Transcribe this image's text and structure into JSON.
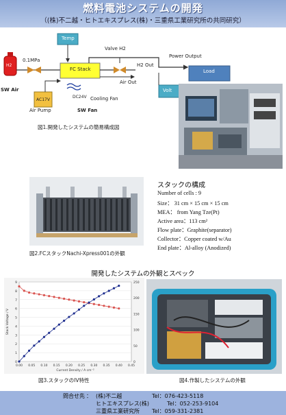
{
  "header": {
    "title": "燃料電池システムの開発",
    "subtitle": "（(株)不二越・ヒトエキスプレス(株)・三重県工業研究所の共同研究）"
  },
  "figure1": {
    "labels": {
      "h2": "H2",
      "pressure": "0.1MPa",
      "temp": "Temp",
      "valve_h2": "Valve H2",
      "power_output": "Power Output",
      "fc_stack": "FC Stack",
      "h2_out": "H2 Out",
      "load": "Load",
      "sw_air": "SW Air",
      "ac17v": "AC17V",
      "dc24v": "DC24V",
      "air_out": "Air Out",
      "cooling_fan": "Cooling Fan",
      "volt": "Volt",
      "air_pump": "Air Pump",
      "sw_fan": "SW Fan"
    },
    "caption": "図1.開発したシステムの簡易構成図"
  },
  "figure2": {
    "caption": "図2.FCスタックNachi-Xpress001の外観"
  },
  "stack": {
    "heading": "スタックの構成",
    "specs": [
      "Number of cells : 9",
      "Size：  31 cm × 15 cm × 15 cm",
      "MEA：  from Yang Tze(Pt)",
      "Active area：113 cm²",
      "Flow plate：Graphite(separator)",
      "Collector：Copper coated w/Au",
      "End plate：Al-alloy (Anodized)"
    ]
  },
  "section2": {
    "heading": "開発したシステムの外観とスペック"
  },
  "figure3": {
    "caption": "図3.スタックのIV特性",
    "chart_data": {
      "type": "scatter",
      "xlabel": "Current Density / A cm⁻²",
      "ylabel": "Stack Voltage / V",
      "xlim": [
        0,
        0.45
      ],
      "ylim": [
        0,
        9
      ],
      "y2lim": [
        0,
        250
      ],
      "x_ticks": [
        "0.00",
        "0.05",
        "0.10",
        "0.15",
        "0.20",
        "0.25",
        "0.30",
        "0.35",
        "0.40",
        "0.45"
      ],
      "y_ticks": [
        "0",
        "1",
        "2",
        "3",
        "4",
        "5",
        "6",
        "7",
        "8",
        "9"
      ],
      "y2_ticks": [
        "0",
        "50",
        "100",
        "150",
        "200",
        "250"
      ],
      "series": [
        {
          "axis": "left",
          "color": "#d9534f",
          "x": [
            0.0,
            0.02,
            0.04,
            0.06,
            0.08,
            0.1,
            0.12,
            0.14,
            0.16,
            0.18,
            0.2,
            0.22,
            0.24,
            0.26,
            0.28,
            0.3,
            0.32,
            0.34,
            0.36,
            0.38,
            0.4
          ],
          "y": [
            8.5,
            8.0,
            7.8,
            7.7,
            7.6,
            7.5,
            7.4,
            7.3,
            7.2,
            7.1,
            7.0,
            6.9,
            6.8,
            6.7,
            6.6,
            6.5,
            6.4,
            6.3,
            6.2,
            6.1,
            6.0
          ]
        },
        {
          "axis": "right",
          "color": "#1f2f8f",
          "x": [
            0.0,
            0.02,
            0.04,
            0.06,
            0.08,
            0.1,
            0.12,
            0.14,
            0.16,
            0.18,
            0.2,
            0.22,
            0.24,
            0.26,
            0.28,
            0.3,
            0.32,
            0.34,
            0.36,
            0.38,
            0.4
          ],
          "y": [
            0,
            17,
            34,
            50,
            63,
            77,
            90,
            103,
            116,
            128,
            140,
            151,
            163,
            175,
            185,
            195,
            205,
            214,
            222,
            230,
            238
          ]
        }
      ]
    }
  },
  "figure4": {
    "caption": "図4.作製したシステムの外観"
  },
  "footer": {
    "label": "問合せ先",
    "colon": "：",
    "contacts": [
      {
        "org": "(株)不二越",
        "tel": "Tel：076-423-5118"
      },
      {
        "org": "ヒトエキスプレス(株)",
        "tel": "Tel：052-253-9104"
      },
      {
        "org": "三重県工業研究所",
        "tel": "Tel：059-331-2381"
      }
    ]
  },
  "colors": {
    "header": "#9fb5e0",
    "h2_tank": "#e02020",
    "fc_stack": "#ffff33",
    "air_pump": "#f2c040",
    "load_box": "#4f81bd",
    "temp_box": "#4bacc6",
    "volt_box": "#4bacc6",
    "valve": "#d08a2a",
    "footer": "#9db3de"
  }
}
